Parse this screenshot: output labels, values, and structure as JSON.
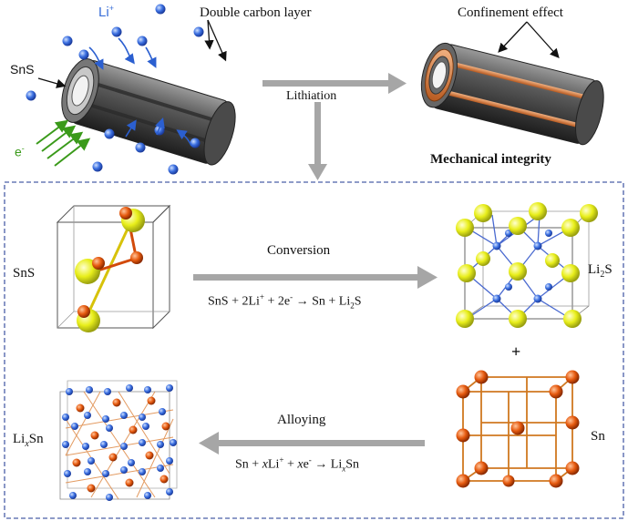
{
  "top": {
    "li_ion_label": "Li",
    "li_ion_sup": "+",
    "double_carbon_label": "Double carbon layer",
    "sns_label": "SnS",
    "electron_label": "e",
    "electron_sup": "-",
    "lithiation_label": "Lithiation",
    "confinement_label": "Confinement effect",
    "mechanical_label": "Mechanical integrity"
  },
  "box": {
    "sns_crystal_label": "SnS",
    "conversion_label": "Conversion",
    "conversion_eq": {
      "a": "SnS + 2Li",
      "a_sup": "+",
      "b": " + 2e",
      "b_sup": "-",
      "c": " → Sn + Li",
      "c_sub": "2",
      "d": "S"
    },
    "li2s_label": {
      "a": "Li",
      "sub": "2",
      "b": "S"
    },
    "plus_label": "+",
    "sn_label": "Sn",
    "alloying_label": "Alloying",
    "alloying_eq": {
      "a": "Sn + ",
      "x1": "x",
      "b": "Li",
      "b_sup": "+",
      "c": " + ",
      "x2": "x",
      "d": "e",
      "d_sup": "-",
      "e": " → Li",
      "sub": "x",
      "f": "Sn"
    },
    "lixsn_label": {
      "a": "Li",
      "sub": "x",
      "b": "Sn"
    }
  },
  "colors": {
    "li_ion": "#3a6fd8",
    "electron": "#3a9a1a",
    "arrow_gray": "#a6a6a6",
    "box_border": "#4a5fa8",
    "tube_gray": "#5a5a5a",
    "copper": "#d9824a",
    "sulfur": "#e8ee1a",
    "tin": "#e65a0f",
    "lithium_blue": "#3b5fd8"
  }
}
